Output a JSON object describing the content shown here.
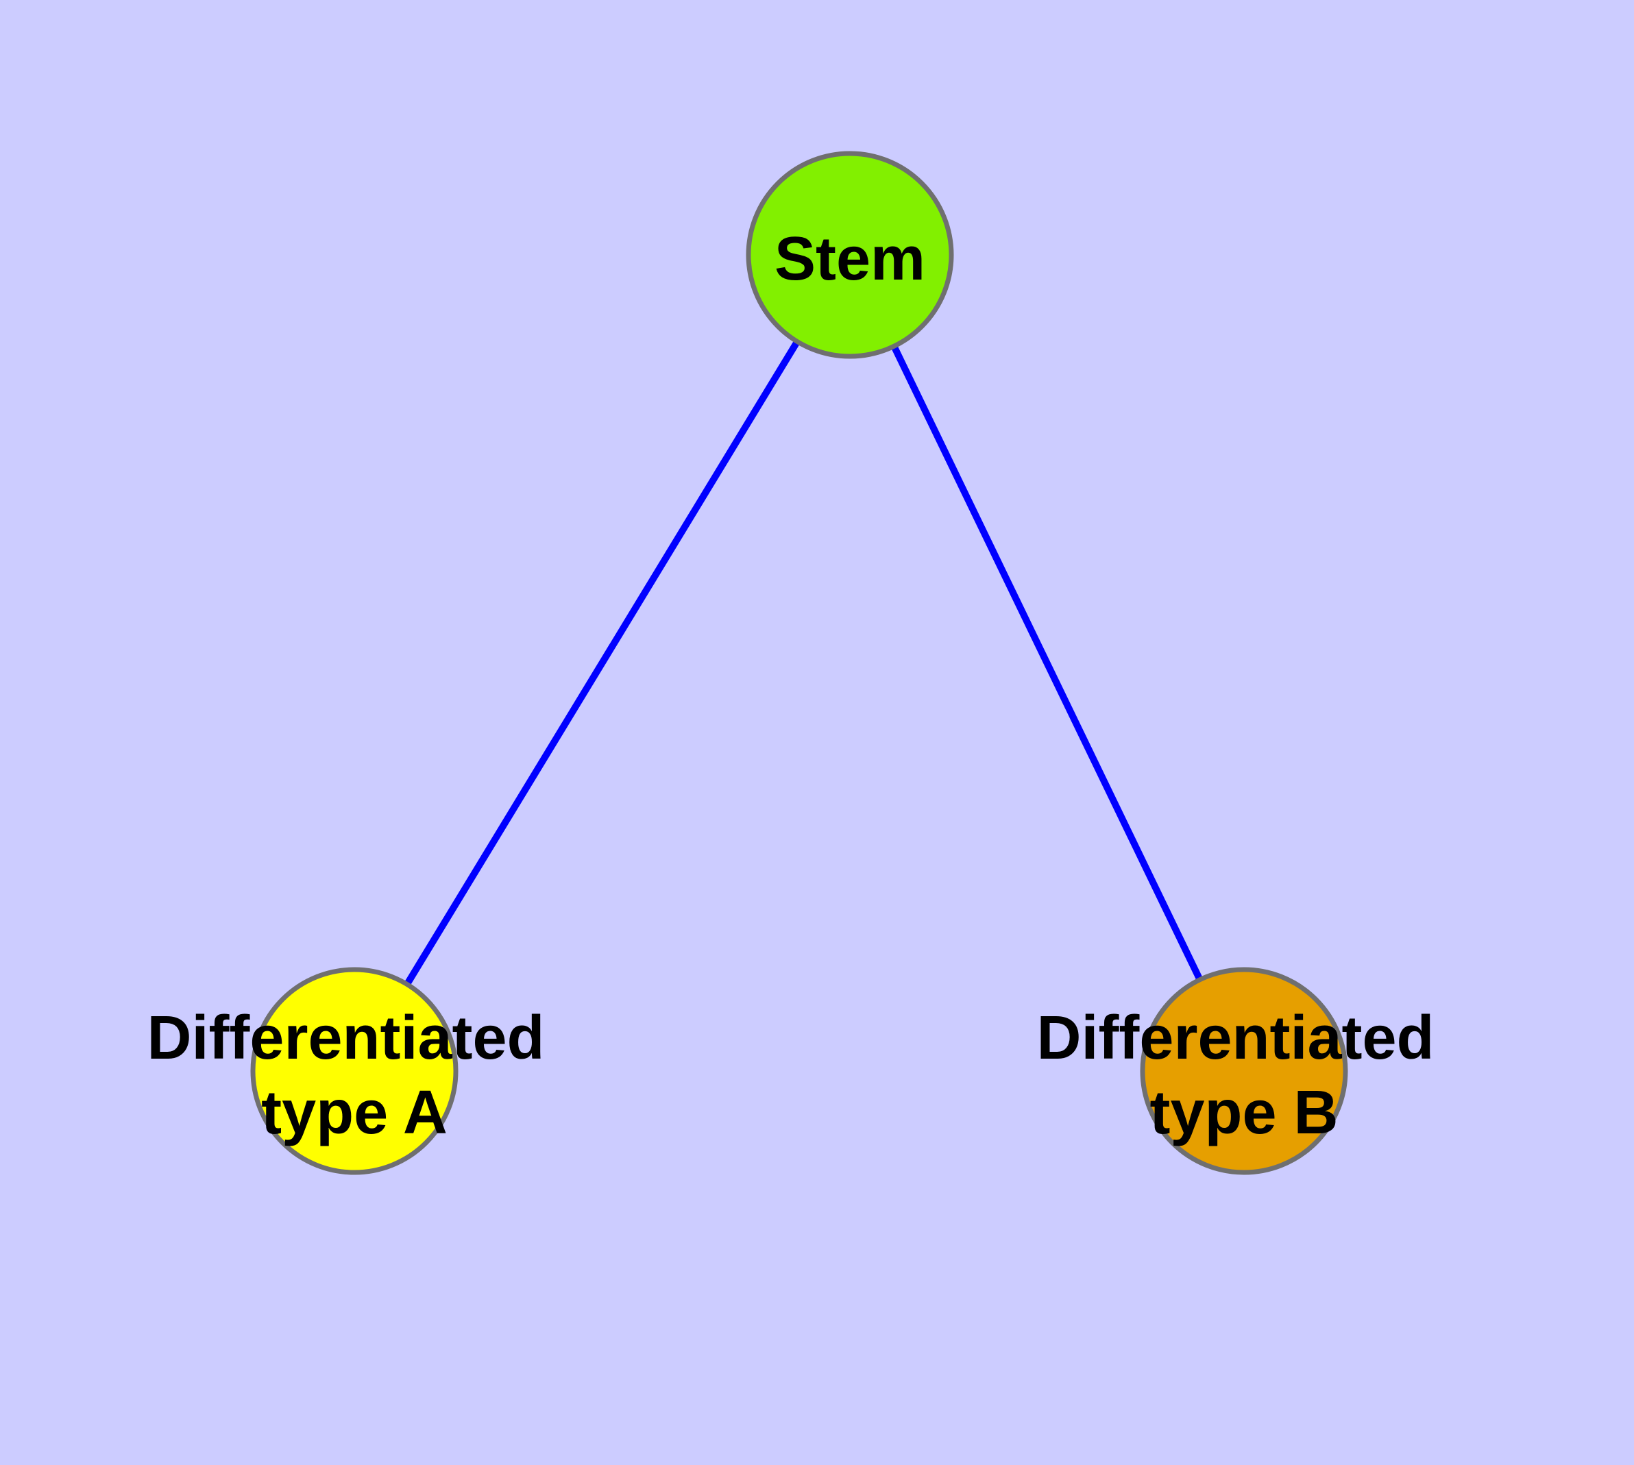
{
  "figure": {
    "background_color": "#CCCCFF",
    "edge_color": "#0000FF",
    "node_border_color": "#6F6F6F",
    "label_color": "#000000",
    "nodes": {
      "stem": {
        "label": "Stem",
        "fill": "#82F000"
      },
      "type_a": {
        "label": "Differentiated type A",
        "label_line1": "Differentiated",
        "label_line2": "type A",
        "fill": "#FFFF00"
      },
      "type_b": {
        "label": "Differentiated type B",
        "label_line1": "Differentiated",
        "label_line2": "type B",
        "fill": "#E69F00"
      }
    },
    "edges": [
      {
        "from": "Stem",
        "to": "Differentiated type A"
      },
      {
        "from": "Stem",
        "to": "Differentiated type B"
      }
    ]
  }
}
